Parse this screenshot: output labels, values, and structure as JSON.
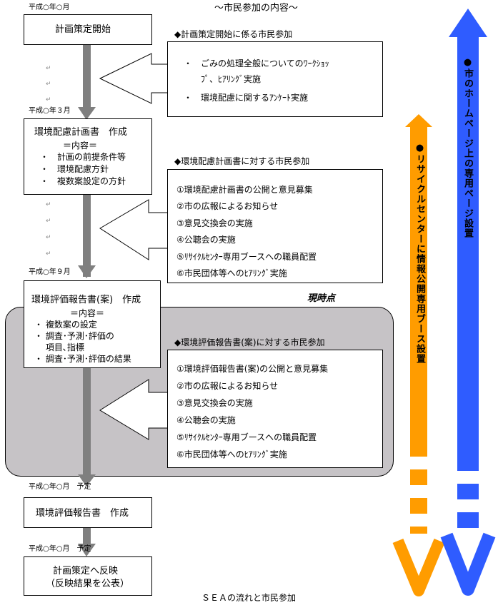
{
  "header": {
    "title": "～市民参加の内容～"
  },
  "caption": "ＳＥＡの流れと市民参加",
  "highlight_label": "現時点",
  "stages": [
    {
      "date": "平成○年○月",
      "lines": [
        "計画策定開始"
      ]
    },
    {
      "date": "平成○年３月",
      "lines": [
        "環境配慮計画書　作成",
        "＝内容＝",
        "・　計画の前提条件等",
        "・　環境配慮方針",
        "・　複数案設定の方針"
      ]
    },
    {
      "date": "平成○年９月",
      "lines": [
        "環境評価報告書(案)　作成",
        "＝内容＝",
        "・ 複数案の設定",
        "・ 調査･予測･評価の",
        "　 項目､指標",
        "・ 調査･予測･評価の結果"
      ]
    },
    {
      "date": "平成○年○月　予定",
      "lines": [
        "環境評価報告書　作成"
      ]
    },
    {
      "date": "平成○年○月　予定",
      "lines": [
        "計画策定へ反映",
        "（反映結果を公表）"
      ]
    }
  ],
  "participation": [
    {
      "heading": "◆計画策定開始に係る市民参加",
      "items": [
        "・　ごみの処理全般についてのﾜｰｸｼｮｯ",
        "　　ﾌﾟ、ﾋｱﾘﾝｸﾞ実施",
        "・　環境配慮に関するｱﾝｹｰﾄ実施"
      ]
    },
    {
      "heading": "◆環境配慮計画書に対する市民参加",
      "items": [
        "①環境配慮計画書の公開と意見募集",
        "②市の広報によるお知らせ",
        "③意見交換会の実施",
        "④公聴会の実施",
        "⑤ﾘｻｲｸﾙｾﾝﾀｰ専用ブースへの職員配置",
        "⑥市民団体等へのﾋｱﾘﾝｸﾞ実施"
      ]
    },
    {
      "heading": "◆環境評価報告書(案)に対する市民参加",
      "items": [
        "①環境評価報告書(案)の公開と意見募集",
        "②市の広報によるお知らせ",
        "③意見交換会の実施",
        "④公聴会の実施",
        "⑤ﾘｻｲｸﾙｾﾝﾀｰ専用ブースへの職員配置",
        "⑥市民団体等へのﾋｱﾘﾝｸﾞ実施"
      ]
    }
  ],
  "channels": [
    {
      "label": "●リサイクルセンターに情報公開専用ブース設置",
      "color": "#ff9c00"
    },
    {
      "label": "●市のホームページ上の専用ページ設置",
      "color": "#2f5cff"
    }
  ],
  "colors": {
    "flow_bar": "#7f7f7f",
    "highlight_bg": "#c6c3c6"
  }
}
